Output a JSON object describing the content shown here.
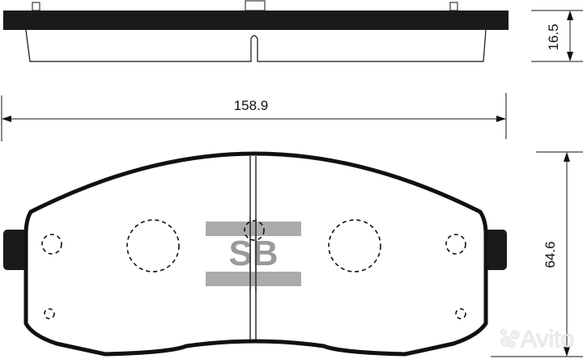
{
  "drawing": {
    "subject": "brake pad",
    "views": [
      "side-view",
      "front-view"
    ],
    "dimensions": {
      "width": "158.9",
      "height": "64.6",
      "thickness": "16.5"
    },
    "logo": {
      "text": "SB",
      "color": "#9a9a9a"
    },
    "watermark": {
      "text": "Avito"
    },
    "colors": {
      "line": "#111111",
      "backplate": "#1a1a1a",
      "logo_gray": "#a6a6a6"
    }
  }
}
